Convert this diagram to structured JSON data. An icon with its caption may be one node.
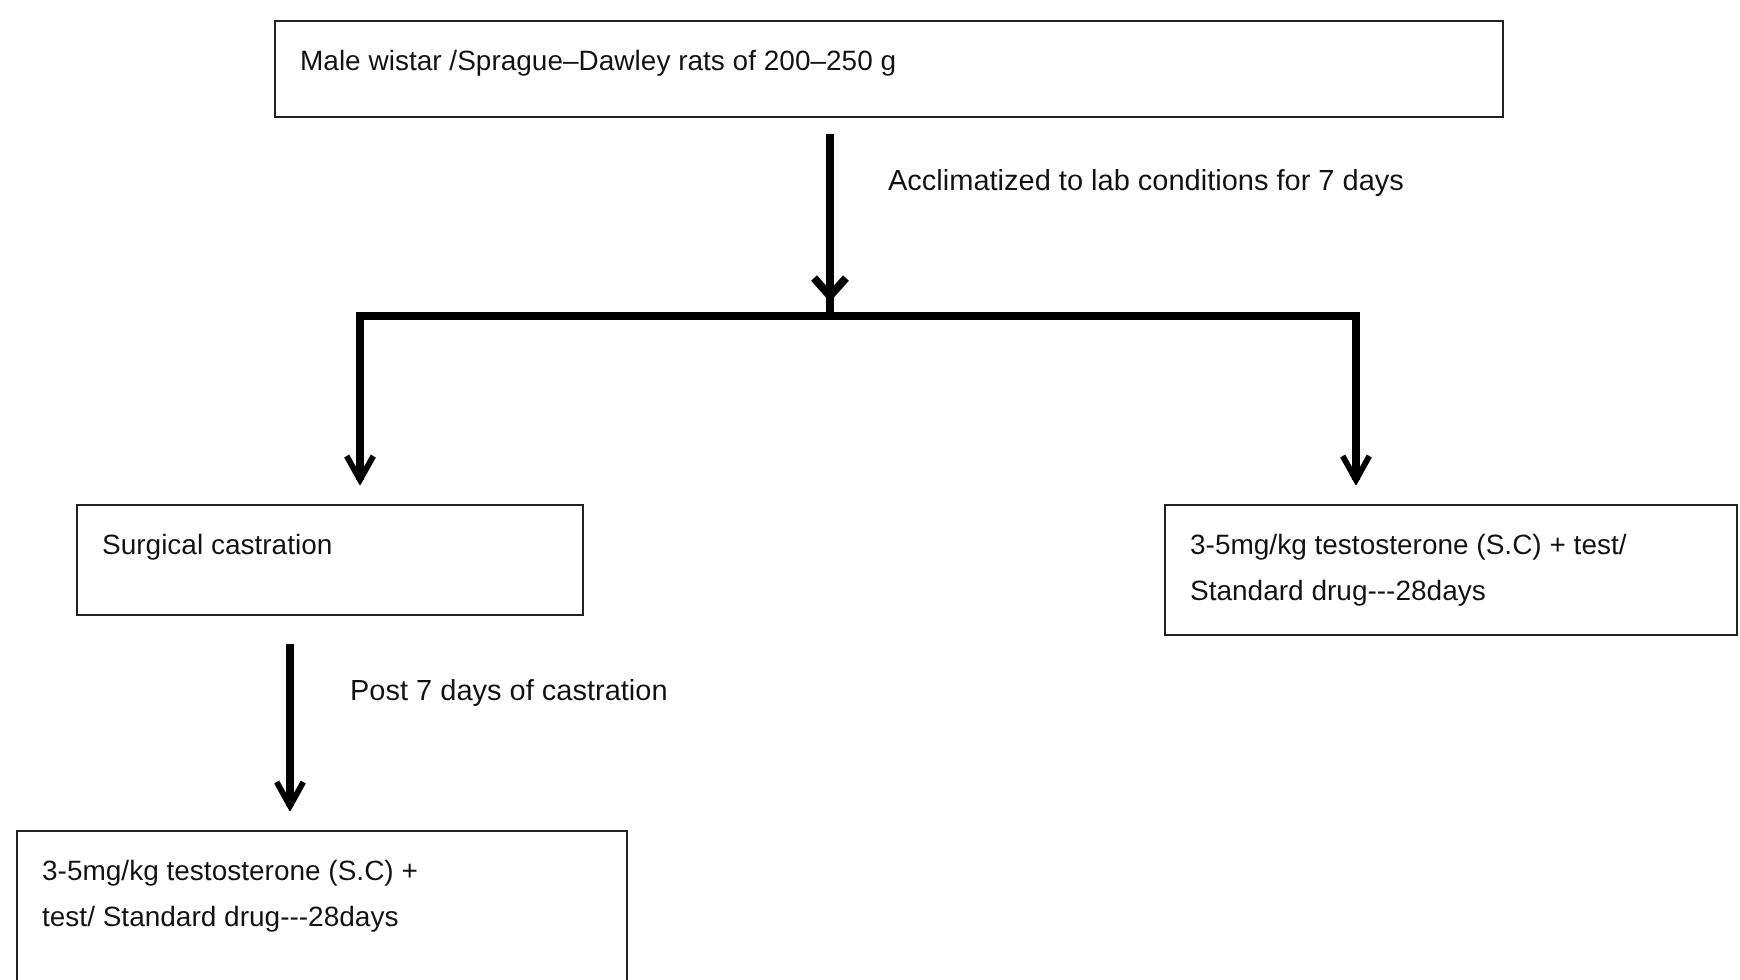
{
  "diagram": {
    "nodes": [
      {
        "text": [
          "Male wistar /Sprague–Dawley rats of 200–250 g"
        ]
      },
      {
        "text": [
          "Surgical castration"
        ]
      },
      {
        "text": [
          "3-5mg/kg testosterone (S.C) + test/ Standard drug---28days"
        ]
      },
      {
        "text": [
          "3-5mg/kg testosterone (S.C) + test/ Standard drug---28days"
        ]
      }
    ],
    "edges": [
      {
        "from": 0,
        "to": 1,
        "arrow": "to",
        "label": "Acclimatized to lab conditions for 7 days"
      },
      {
        "from": 0,
        "to": 2,
        "arrow": "to"
      },
      {
        "from": 1,
        "to": 3,
        "arrow": "to",
        "label": "Post 7 days of castration"
      }
    ]
  }
}
